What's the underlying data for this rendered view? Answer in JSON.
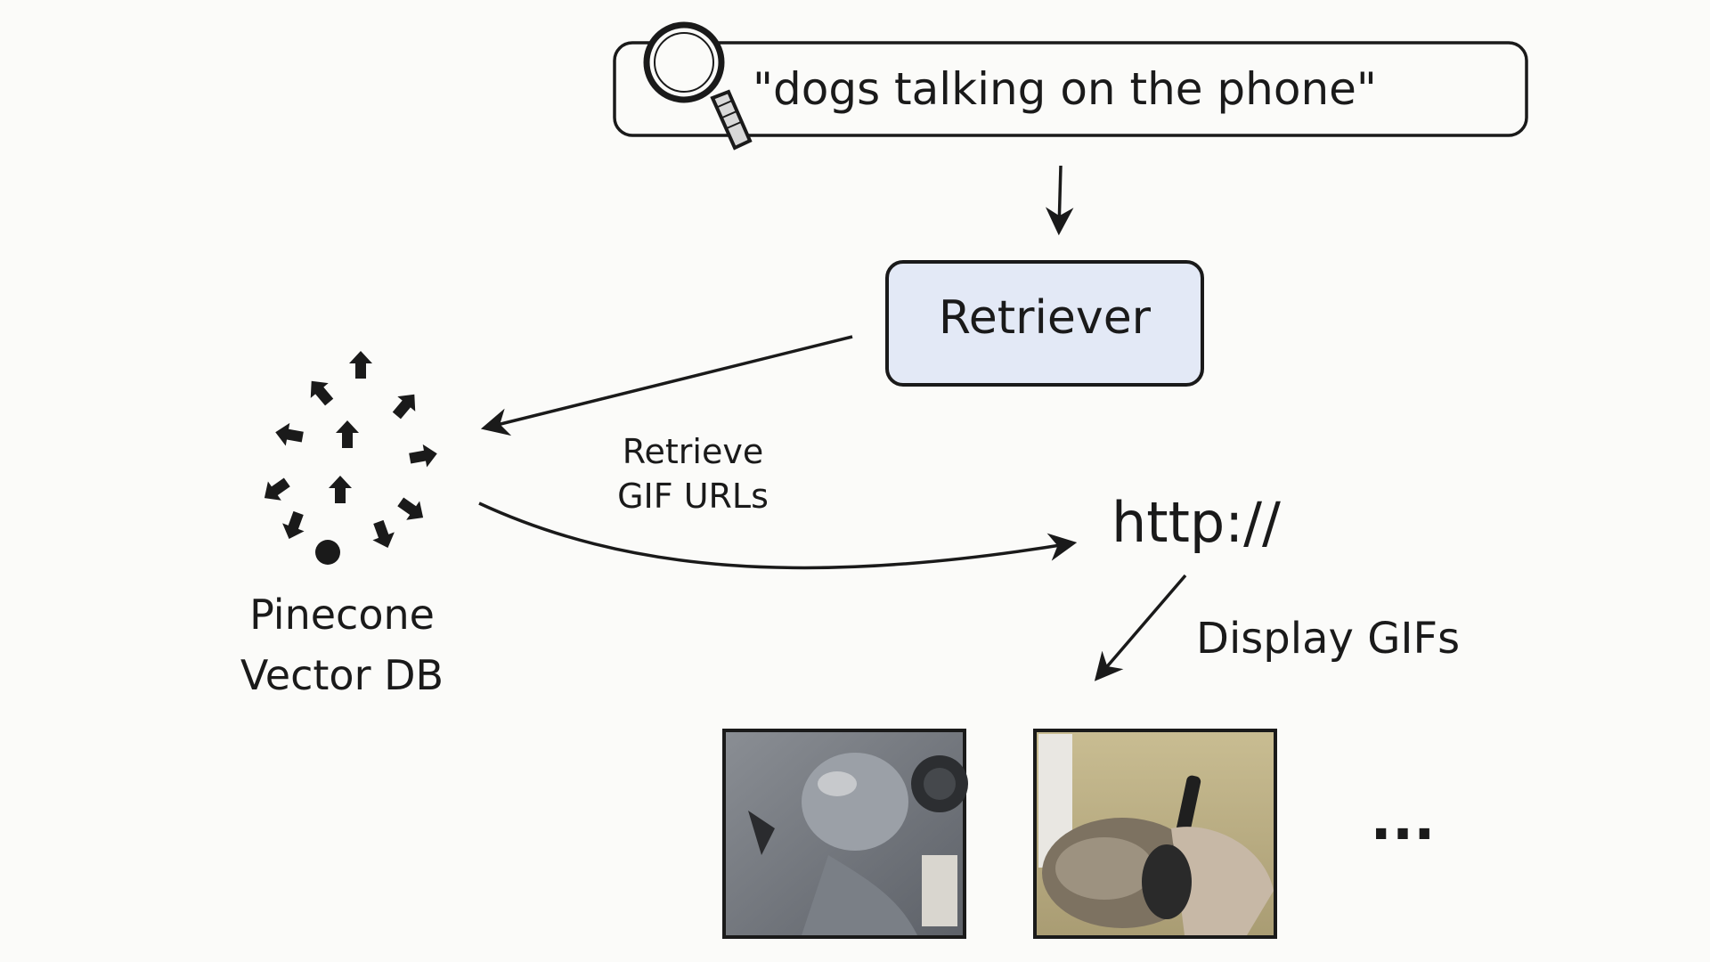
{
  "search": {
    "query": "\"dogs talking on the phone\"",
    "icon": "magnifier-icon"
  },
  "retriever": {
    "label": "Retriever",
    "fill": "#e3e9f6"
  },
  "db": {
    "line1": "Pinecone",
    "line2": "Vector DB",
    "icon": "pinecone-logo"
  },
  "edges": {
    "retrieve_label_1": "Retrieve",
    "retrieve_label_2": "GIF URLs",
    "url_text": "http://",
    "display_label": "Display GIFs"
  },
  "results": {
    "more": "..."
  }
}
